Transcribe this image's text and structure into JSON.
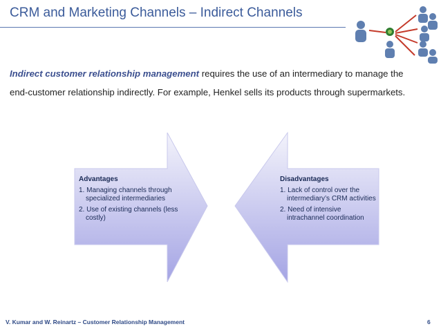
{
  "slide": {
    "title": "CRM and Marketing Channels – Indirect Channels",
    "intro_emphasis": "Indirect customer relationship management",
    "intro_rest": " requires the use of an intermediary to manage the end-customer relationship indirectly. For example, Henkel sells its products through supermarkets."
  },
  "advantages": {
    "heading": "Advantages",
    "items": [
      "1. Managing channels through specialized intermediaries",
      "2. Use of existing channels (less costly)"
    ]
  },
  "disadvantages": {
    "heading": "Disadvantages",
    "items": [
      "1. Lack of control over the intermediary’s CRM activities",
      "2. Need of intensive intrachannel coordination"
    ]
  },
  "footer": {
    "credit": "V. Kumar and W. Reinartz – Customer Relationship Management",
    "page_number": "6"
  },
  "colors": {
    "title": "#3b5b9a",
    "arrow_light": "#f2f2fb",
    "arrow_dark": "#a9a9e6"
  }
}
